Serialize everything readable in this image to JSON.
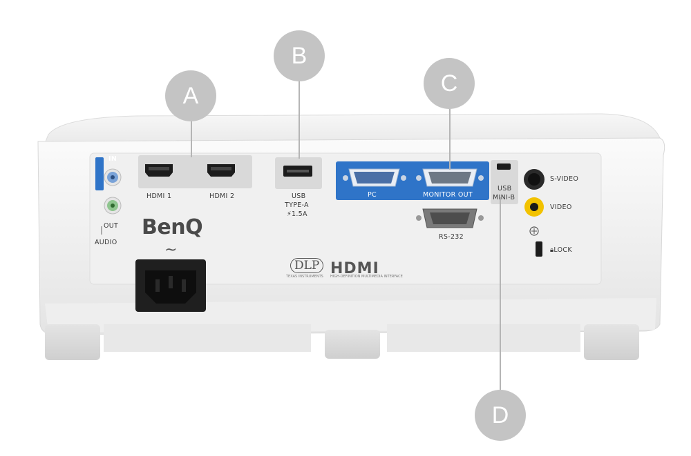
{
  "callouts": {
    "a": "A",
    "b": "B",
    "c": "C",
    "d": "D"
  },
  "labels": {
    "audio_in": "IN",
    "audio_out": "OUT",
    "audio": "AUDIO",
    "hdmi1": "HDMI 1",
    "hdmi2": "HDMI 2",
    "usb_a_line1": "USB",
    "usb_a_line2": "TYPE-A",
    "usb_a_line3": "⚡1.5A",
    "pc": "PC",
    "monitor_out": "MONITOR OUT",
    "usb_mini_line1": "USB",
    "usb_mini_line2": "MINI-B",
    "rs232": "RS-232",
    "svideo": "S-VIDEO",
    "video": "VIDEO",
    "lock": "LOCK"
  },
  "branding": {
    "brand": "BenQ",
    "dlp": "DLP",
    "dlp_sub": "TEXAS INSTRUMENTS",
    "hdmi": "HDMI",
    "hdmi_sub": "HIGH-DEFINITION MULTIMEDIA INTERFACE"
  },
  "power_symbol": "~",
  "colors": {
    "panel_blue": "#2f74c8",
    "callout_gray": "#c4c4c4",
    "housing": "#f2f2f2",
    "port_black": "#1c1c1c",
    "video_yellow": "#f2c200",
    "audio_green": "#8fc58f",
    "audio_blue": "#7aa3d8"
  }
}
